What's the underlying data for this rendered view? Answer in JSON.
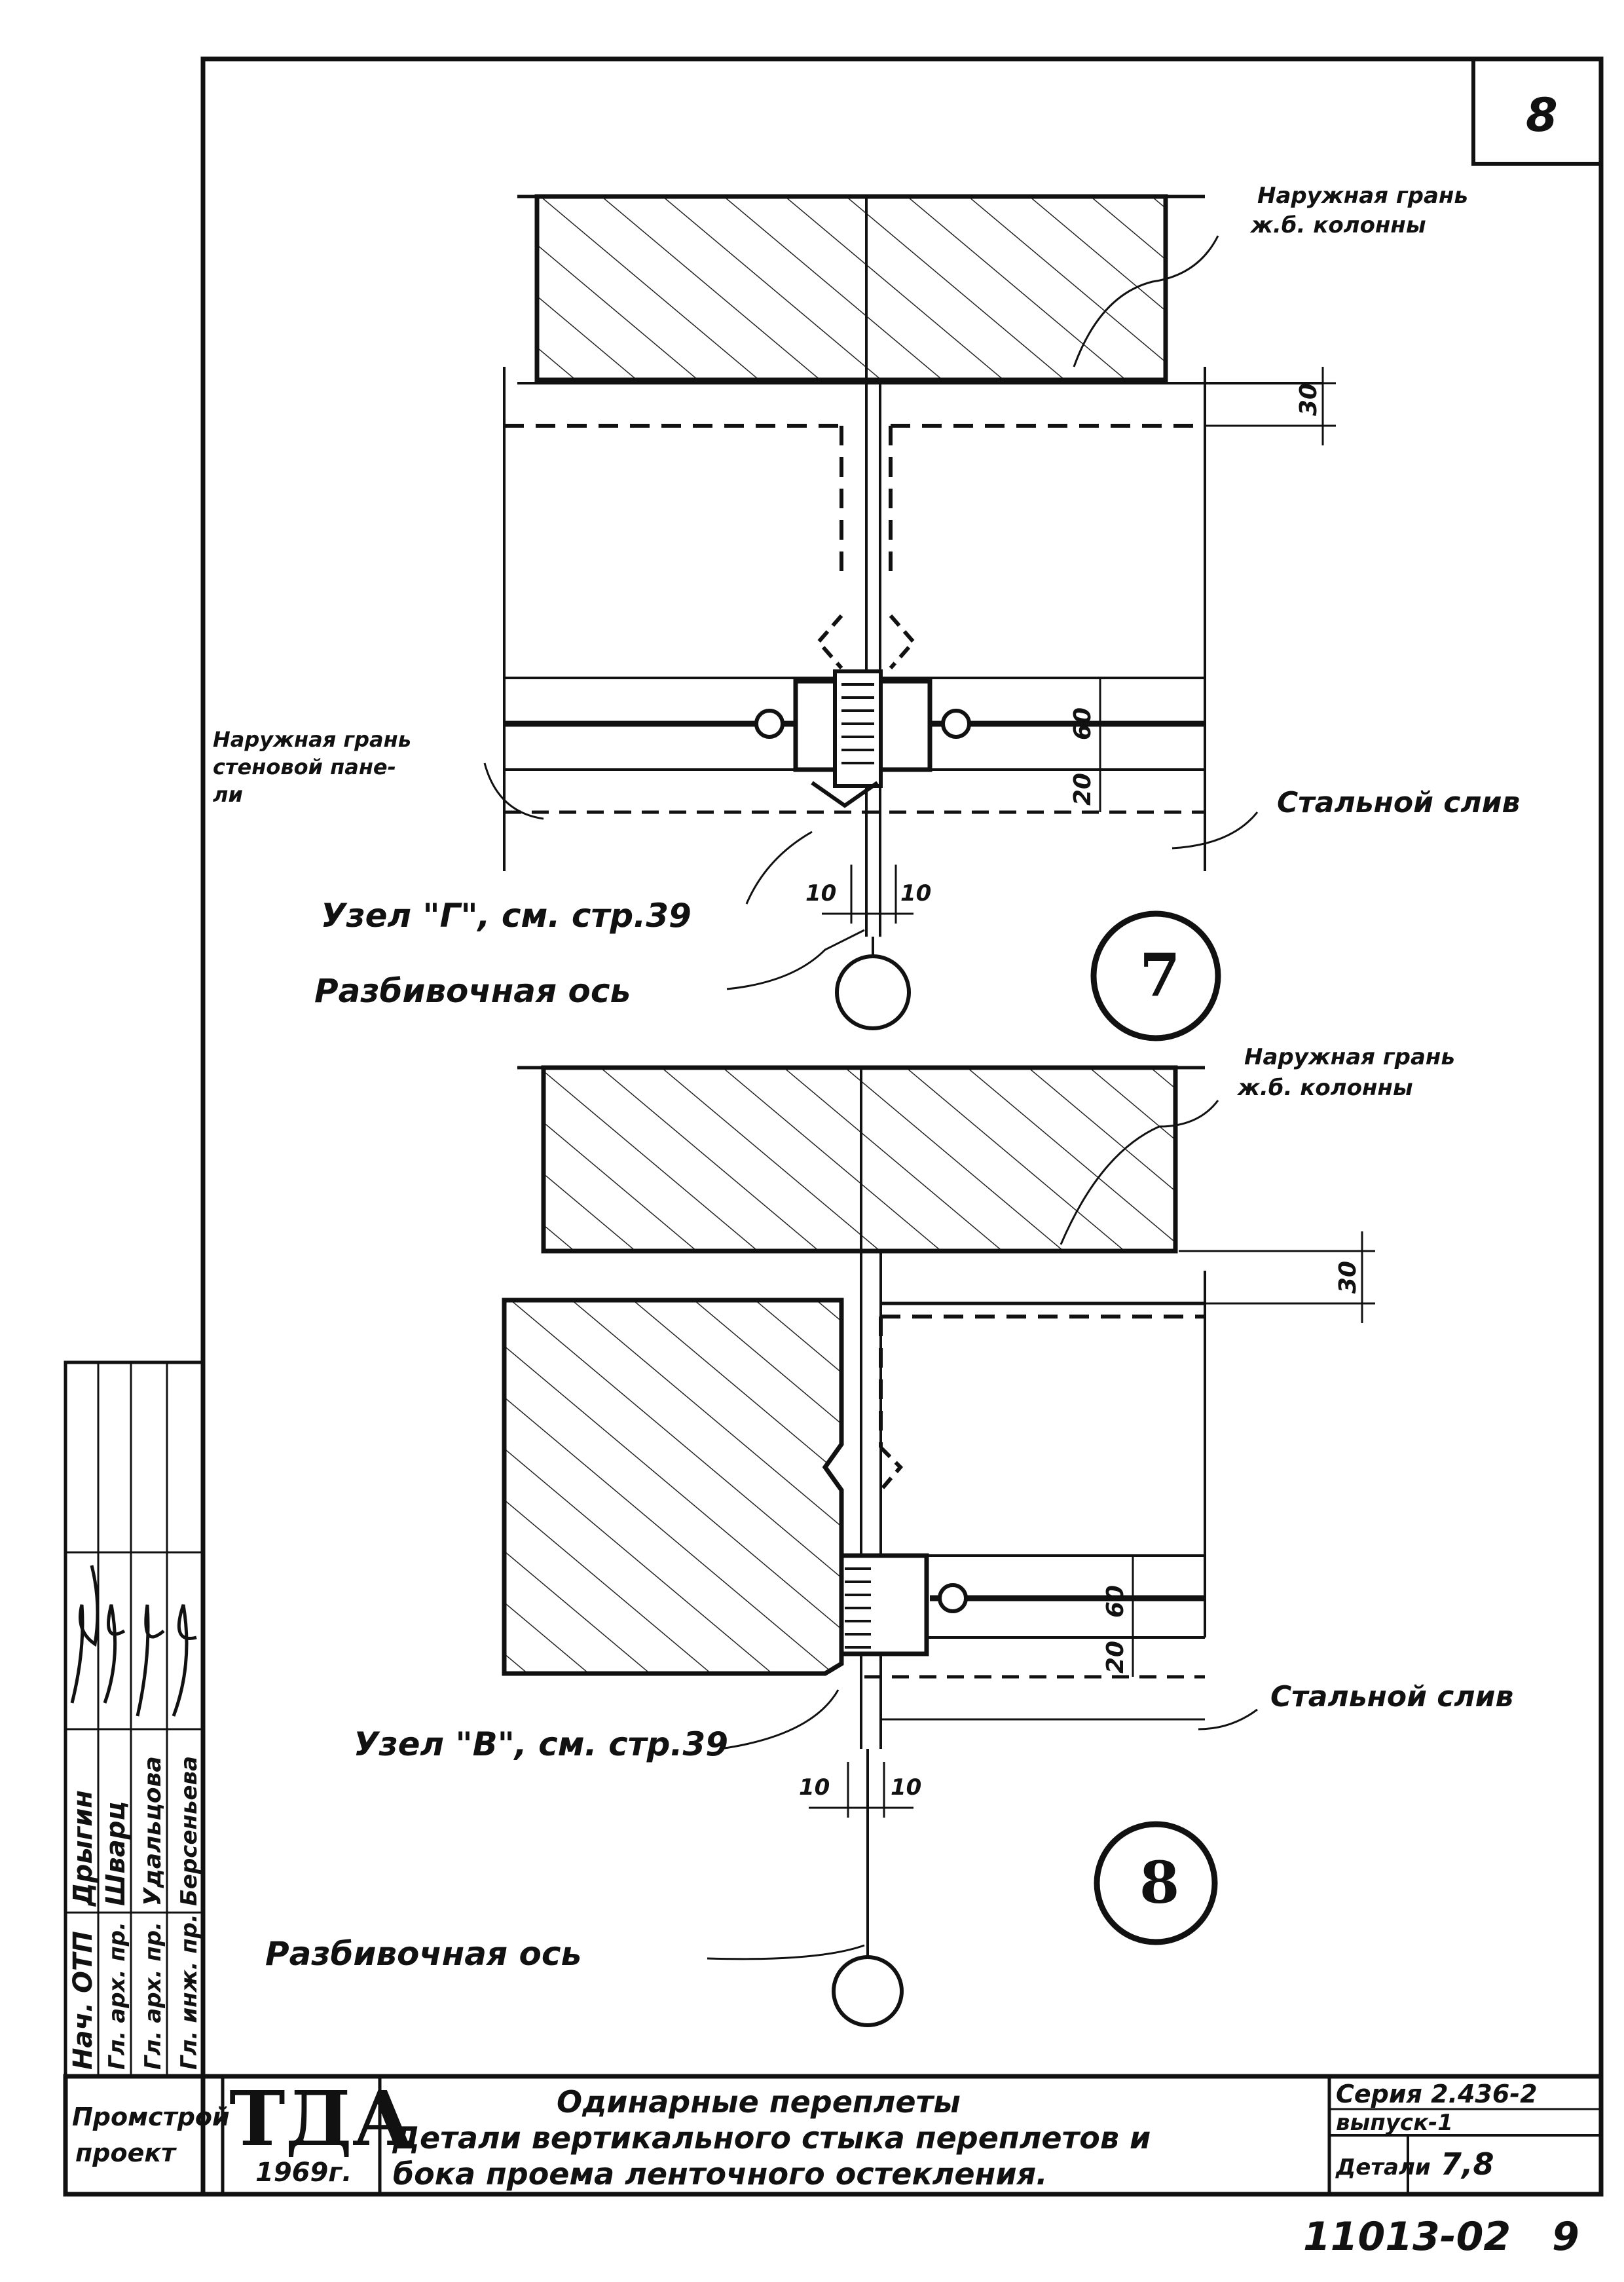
{
  "sheet": {
    "page_number": "8",
    "sheet_code": "11013-02",
    "sheet_index": "9"
  },
  "detail7": {
    "number": "7",
    "label_column_face": [
      "Наружная грань",
      "ж.б. колонны"
    ],
    "label_panel_face": [
      "Наружная грань",
      "стеновой пане-",
      "ли"
    ],
    "label_steel": "Стальной слив",
    "label_node": "Узел \"Г\", см. стр.39",
    "label_axis": "Разбивочная ось",
    "dim_top": "30",
    "dim_60": "60",
    "dim_20": "20",
    "dim_left": "10",
    "dim_right": "10"
  },
  "detail8": {
    "number": "8",
    "label_column_face": [
      "Наружная грань",
      "ж.б. колонны"
    ],
    "label_steel": "Стальной слив",
    "label_node": "Узел \"В\", см. стр.39",
    "label_axis": "Разбивочная ось",
    "dim_top": "30",
    "dim_60": "60",
    "dim_20": "20",
    "dim_left": "10",
    "dim_right": "10"
  },
  "signatures": {
    "roles": [
      "Нач. ОТП",
      "Гл. арх. пр.",
      "Гл. арх. пр.",
      "Гл. инж. пр."
    ],
    "names": [
      "Дрыгин",
      "Шварц",
      "Удальцова",
      "Берсеньева"
    ]
  },
  "title_block": {
    "org": [
      "Промстрой",
      "проект"
    ],
    "logo": "ТДА",
    "year": "1969г.",
    "title_lines": [
      "Одинарные переплеты",
      "Детали вертикального стыка переплетов и",
      "бока проема ленточного остекления."
    ],
    "series_label": "Серия 2.436-2",
    "issue_label": "выпуск-1",
    "detail_label": "Детали",
    "detail_value": "7,8"
  }
}
